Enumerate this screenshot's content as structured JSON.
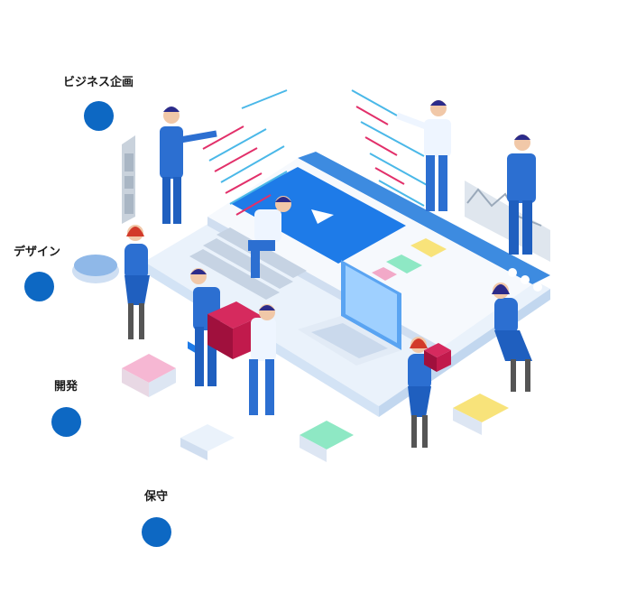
{
  "steps": [
    {
      "label": "ビジネス企画"
    },
    {
      "label": "デザイン"
    },
    {
      "label": "開発"
    },
    {
      "label": "保守"
    }
  ],
  "colors": {
    "dot": "#0d68c3",
    "screen": "#1e7be8",
    "accent_red": "#b5123f"
  }
}
